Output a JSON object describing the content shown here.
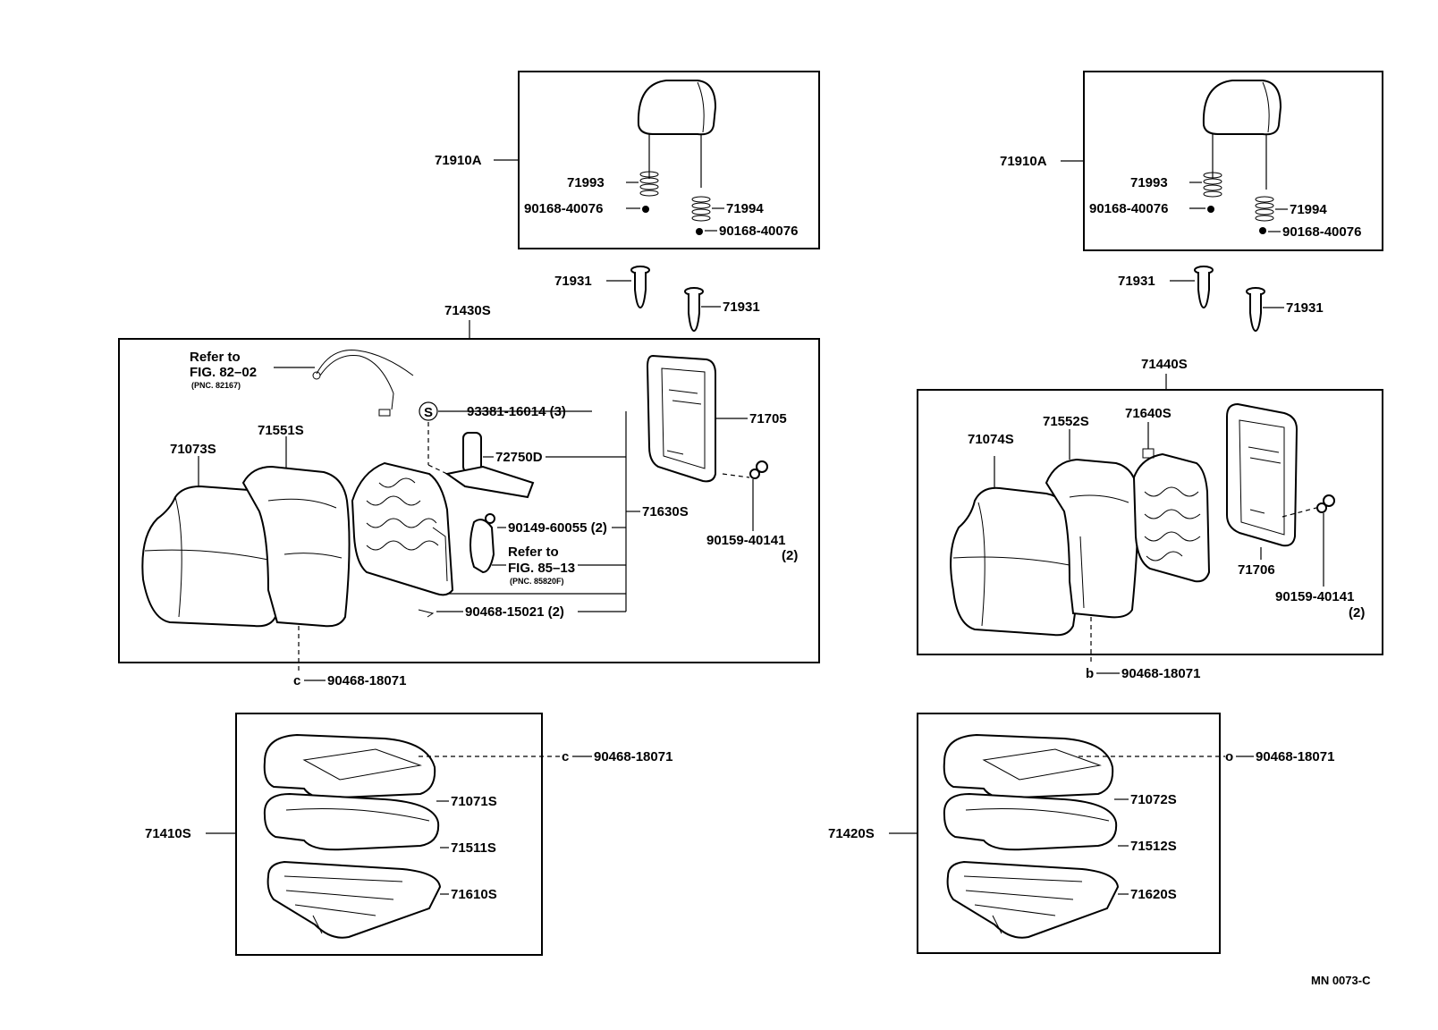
{
  "diagram_id": "MN 0073-C",
  "left": {
    "headrest": {
      "assembly": "71910A",
      "support_a": "71993",
      "support_b": "71994",
      "clip_a": "90168-40076",
      "clip_b": "90168-40076"
    },
    "guides": {
      "a": "71931",
      "b": "71931"
    },
    "back_group": {
      "assembly": "71430S",
      "refer_a": {
        "line1": "Refer to",
        "line2": "FIG. 82–02",
        "line3": "(PNC. 82167)"
      },
      "cover": "71073S",
      "pad": "71551S",
      "bolt_s": "S",
      "bolt": "93381-16014 (3)",
      "lock": "72750D",
      "frame_assy": "71630S",
      "screw": "90149-60055 (2)",
      "refer_b": {
        "line1": "Refer to",
        "line2": "FIG. 85–13",
        "line3": "(PNC. 85820F)"
      },
      "ring": "90468-15021 (2)",
      "board": "71705",
      "clip": "90159-40141",
      "clip_qty": "(2)",
      "hog_ring": "90468-18071",
      "hog_mark": "c"
    },
    "cushion_group": {
      "assembly": "71410S",
      "hog_ring": "90468-18071",
      "hog_mark": "c",
      "cover": "71071S",
      "pad": "71511S",
      "frame": "71610S"
    }
  },
  "right": {
    "headrest": {
      "assembly": "71910A",
      "support_a": "71993",
      "support_b": "71994",
      "clip_a": "90168-40076",
      "clip_b": "90168-40076"
    },
    "guides": {
      "a": "71931",
      "b": "71931"
    },
    "back_group": {
      "assembly": "71440S",
      "cover": "71074S",
      "pad": "71552S",
      "frame": "71640S",
      "board": "71706",
      "clip": "90159-40141",
      "clip_qty": "(2)",
      "hog_ring": "90468-18071",
      "hog_mark": "b"
    },
    "cushion_group": {
      "assembly": "71420S",
      "hog_ring": "90468-18071",
      "hog_mark": "o",
      "cover": "71072S",
      "pad": "71512S",
      "frame": "71620S"
    }
  }
}
